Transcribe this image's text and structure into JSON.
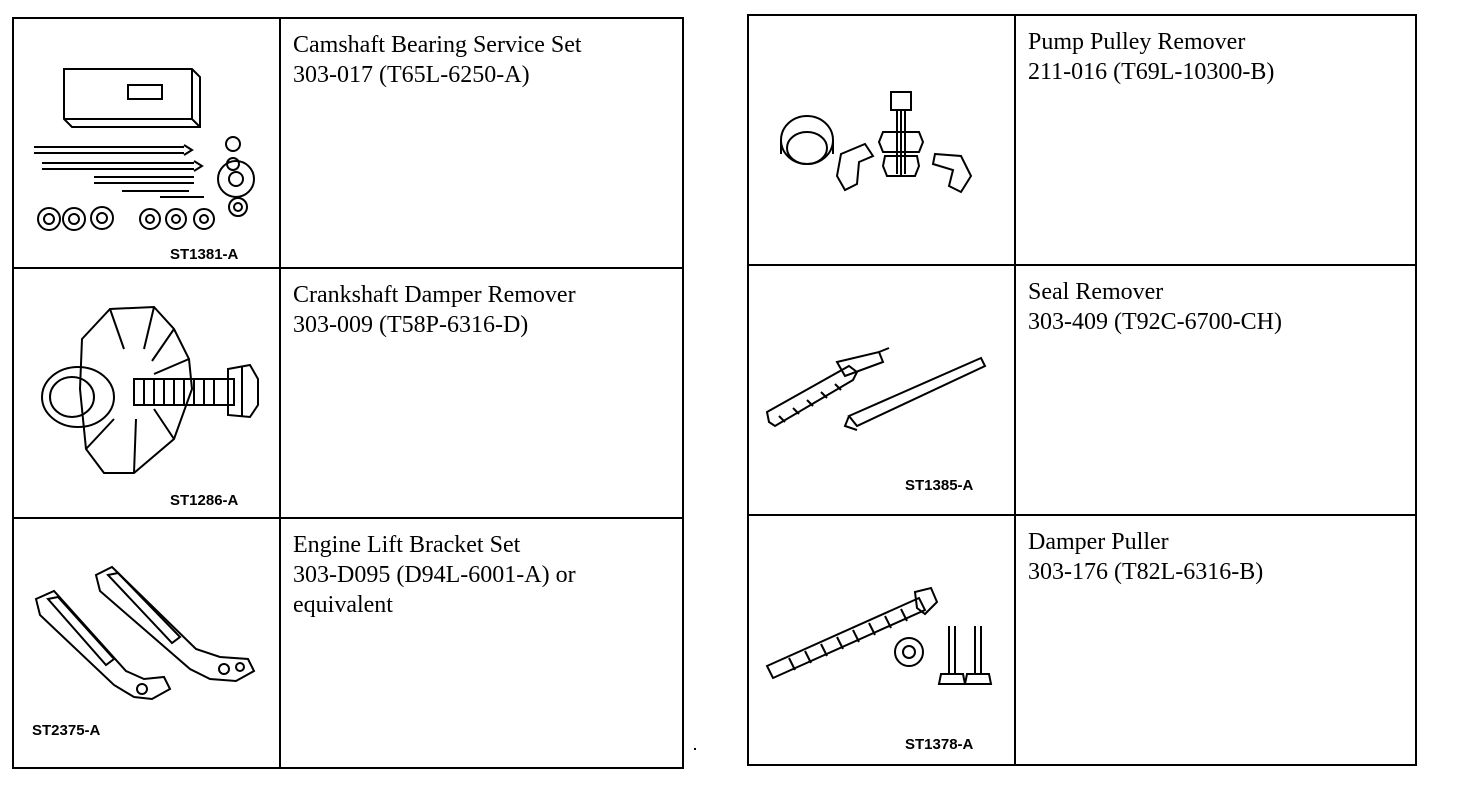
{
  "left_table": {
    "rows": [
      {
        "figure": "ST1381-A",
        "icon": "camshaft-bearing-set-icon",
        "name": "Camshaft Bearing Service Set",
        "part": "303-017 (T65L-6250-A)",
        "note": ""
      },
      {
        "figure": "ST1286-A",
        "icon": "crankshaft-damper-remover-icon",
        "name": "Crankshaft Damper Remover",
        "part": "303-009 (T58P-6316-D)",
        "note": ""
      },
      {
        "figure": "ST2375-A",
        "icon": "engine-lift-bracket-icon",
        "name": "Engine Lift Bracket Set",
        "part": "303-D095 (D94L-6001-A) or",
        "note": "equivalent"
      }
    ]
  },
  "right_table": {
    "rows": [
      {
        "figure": "",
        "icon": "pump-pulley-remover-icon",
        "name": "Pump Pulley Remover",
        "part": "211-016 (T69L-10300-B)",
        "note": ""
      },
      {
        "figure": "ST1385-A",
        "icon": "seal-remover-icon",
        "name": "Seal Remover",
        "part": "303-409 (T92C-6700-CH)",
        "note": ""
      },
      {
        "figure": "ST1378-A",
        "icon": "damper-puller-icon",
        "name": "Damper Puller",
        "part": "303-176 (T82L-6316-B)",
        "note": ""
      }
    ]
  }
}
